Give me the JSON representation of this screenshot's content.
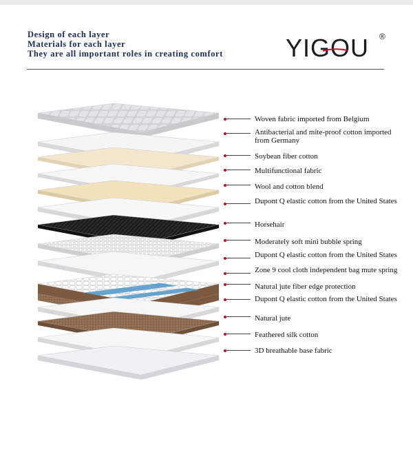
{
  "header": {
    "lines": [
      "Design of each layer",
      "Materials for each layer",
      "They are all important roles in creating comfort"
    ],
    "logo": "YIGOU",
    "logo_mark": "®"
  },
  "colors": {
    "heading": "#1d2a5c",
    "accent": "#b40f1c",
    "spring_blue": "#3f8fc4",
    "jute": "#8c6a4e",
    "horsehair": "#1e1e1e",
    "cream": "#f2e3c2"
  },
  "layers": [
    {
      "label": "Woven fabric imported from Belgium"
    },
    {
      "label": "Antibacterial and mite-proof cotton imported from Germany"
    },
    {
      "label": "Soybean fiber cotton"
    },
    {
      "label": "Multifunctional fabric"
    },
    {
      "label": "Wool and cotton blend"
    },
    {
      "label": "Dupont Q elastic cotton from the United States"
    },
    {
      "label": "Horsehair"
    },
    {
      "label": "Moderately soft mini bubble spring"
    },
    {
      "label": "Dupont Q elastic cotton from the United States"
    },
    {
      "label": "Zone 9 cool cloth independent bag mute spring"
    },
    {
      "label": "Natural jute fiber edge protection"
    },
    {
      "label": "Dupont Q elastic cotton from the United States"
    },
    {
      "label": "Natural jute"
    },
    {
      "label": "Feathered silk cotton"
    },
    {
      "label": "3D breathable base fabric"
    }
  ]
}
